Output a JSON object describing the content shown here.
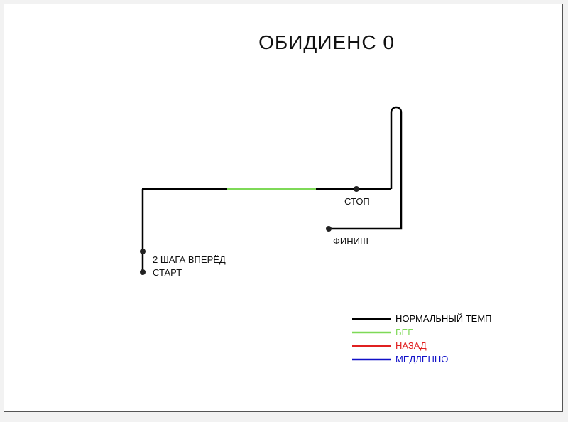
{
  "title": "ОБИДИЕНС 0",
  "labels": {
    "start": "СТАРТ",
    "two_steps": "2 ШАГА ВПЕРЁД",
    "stop": "СТОП",
    "finish": "ФИНИШ"
  },
  "legend": [
    {
      "label": "НОРМАЛЬНЫЙ ТЕМП",
      "color": "#000000"
    },
    {
      "label": "БЕГ",
      "color": "#7ed957"
    },
    {
      "label": "НАЗАД",
      "color": "#e02020"
    },
    {
      "label": "МЕДЛЕННО",
      "color": "#1010c8"
    }
  ]
}
